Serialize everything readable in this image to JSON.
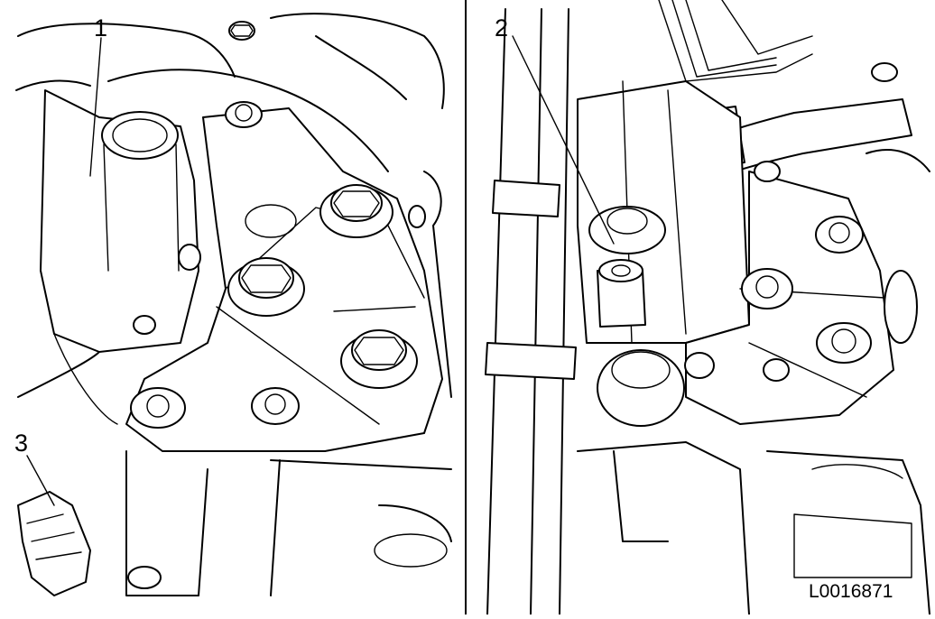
{
  "figure": {
    "id_label": "L0016871",
    "callouts": [
      {
        "label": "1",
        "meaning": ""
      },
      {
        "label": "2",
        "meaning": ""
      },
      {
        "label": "3",
        "meaning": ""
      }
    ]
  },
  "colors": {
    "ink": "#000000",
    "paper": "#ffffff"
  }
}
